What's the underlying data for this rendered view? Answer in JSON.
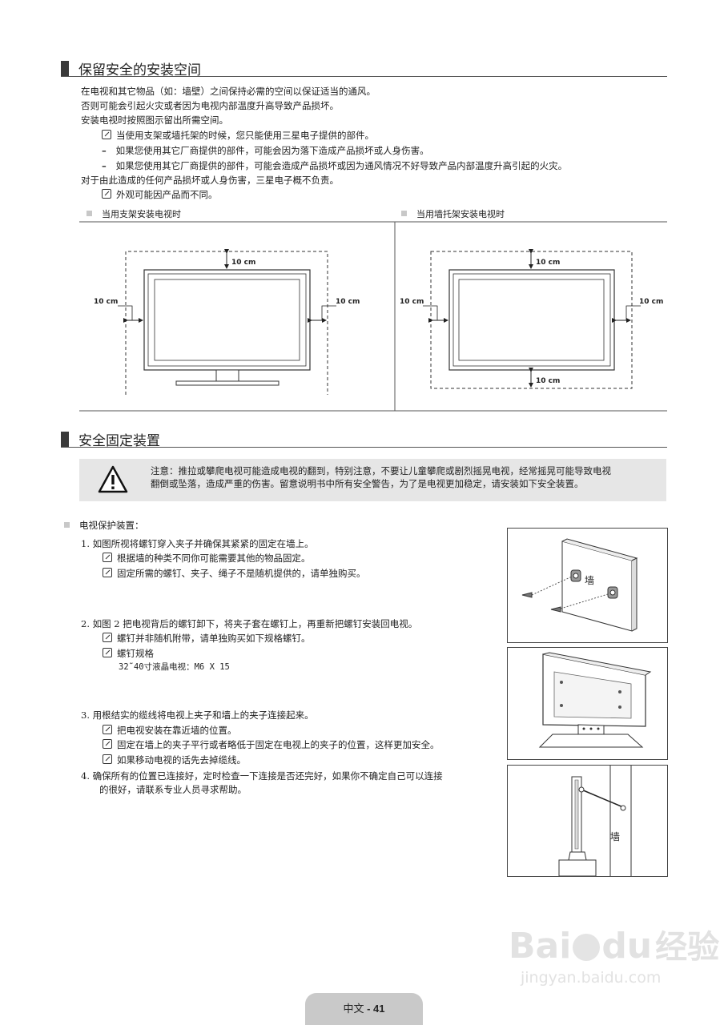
{
  "section1": {
    "title": "保留安全的安装空间",
    "lines": [
      "在电视和其它物品（如：墙壁）之间保持必需的空间以保证适当的通风。",
      "否则可能会引起火灾或者因为电视内部温度升高导致产品损坏。",
      "安装电视时按照图示留出所需空间。"
    ],
    "note1": "当使用支架或墙托架的时候，您只能使用三星电子提供的部件。",
    "dash1": "如果您使用其它厂商提供的部件，可能会因为落下造成产品损坏或人身伤害。",
    "dash2": "如果您使用其它厂商提供的部件，可能会造成产品损坏或因为通风情况不好导致产品内部温度升高引起的火灾。",
    "line4": "对于由此造成的任何产品损坏或人身伤害，三星电子概不负责。",
    "note2": "外观可能因产品而不同。",
    "diagram_stand_caption": "当用支架安装电视时",
    "diagram_wall_caption": "当用墙托架安装电视时",
    "dimension_label": "10 cm"
  },
  "section2": {
    "title": "安全固定装置",
    "warning_line1": "注意：推拉或攀爬电视可能造成电视的翻到，特别注意，不要让儿童攀爬或剧烈摇晃电视，经常摇晃可能导致电视",
    "warning_line2": "翻倒或坠落，造成严重的伤害。留意说明书中所有安全警告，为了是电视更加稳定，请安装如下安全装置。",
    "subhead": "电视保护装置：",
    "step1": "1.  如图所视将螺钉穿入夹子并确保其紧紧的固定在墙上。",
    "step1_note1": "根据墙的种类不同你可能需要其他的物品固定。",
    "step1_note2": "固定所需的螺钉、夹子、绳子不是随机提供的，请单独购买。",
    "step2": "2.  如图 2 把电视背后的螺钉卸下，将夹子套在螺钉上，再重新把螺钉安装回电视。",
    "step2_note1": "螺钉并非随机附带，请单独购买如下规格螺钉。",
    "step2_note2": "螺钉规格",
    "step2_spec": "32˜40寸液晶电视：M6 X 15",
    "step3": "3.  用根结实的缆线将电视上夹子和墙上的夹子连接起来。",
    "step3_note1": "把电视安装在靠近墙的位置。",
    "step3_note2": "固定在墙上的夹子平行或者略低于固定在电视上的夹子的位置，这样更加安全。",
    "step3_note3": "如果移动电视的话先去掉缆线。",
    "step4_line1": "4.  确保所有的位置已连接好，定时检查一下连接是否还完好，如果你不确定自己可以连接",
    "step4_line2": "的很好，请联系专业人员寻求帮助。",
    "wall_label": "墙"
  },
  "footer": {
    "lang": "中文",
    "sep": " - ",
    "page": "41"
  },
  "watermark": {
    "brand": "Bai",
    "brand2": "du",
    "brand_cn": "经验",
    "url": "jingyan.baidu.com"
  }
}
